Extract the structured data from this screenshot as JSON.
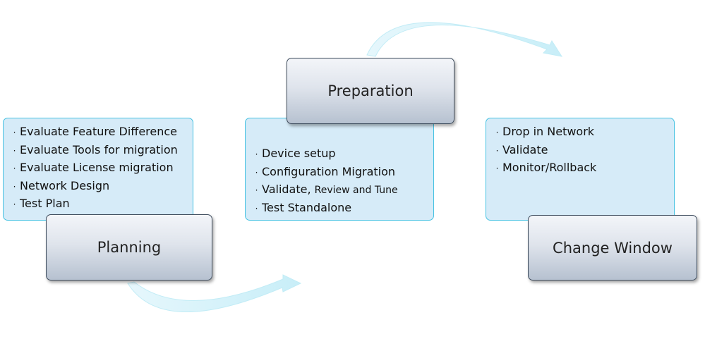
{
  "planning": {
    "label": "Planning",
    "items": [
      "Evaluate Feature Difference",
      "Evaluate Tools for migration",
      "Evaluate License migration",
      "Network Design",
      "Test Plan"
    ]
  },
  "preparation": {
    "label": "Preparation",
    "items": [
      "Device setup",
      "Configuration Migration",
      "Validate,",
      "Review and Tune",
      "Test Standalone"
    ]
  },
  "change_window": {
    "label": "Change Window",
    "items": [
      "Drop in Network",
      "Validate",
      "Monitor/Rollback"
    ]
  },
  "bullet": "·",
  "colors": {
    "box_fill": "#d6ebf8",
    "box_border": "#45c2e2",
    "arrow": "#d4f2fa"
  }
}
